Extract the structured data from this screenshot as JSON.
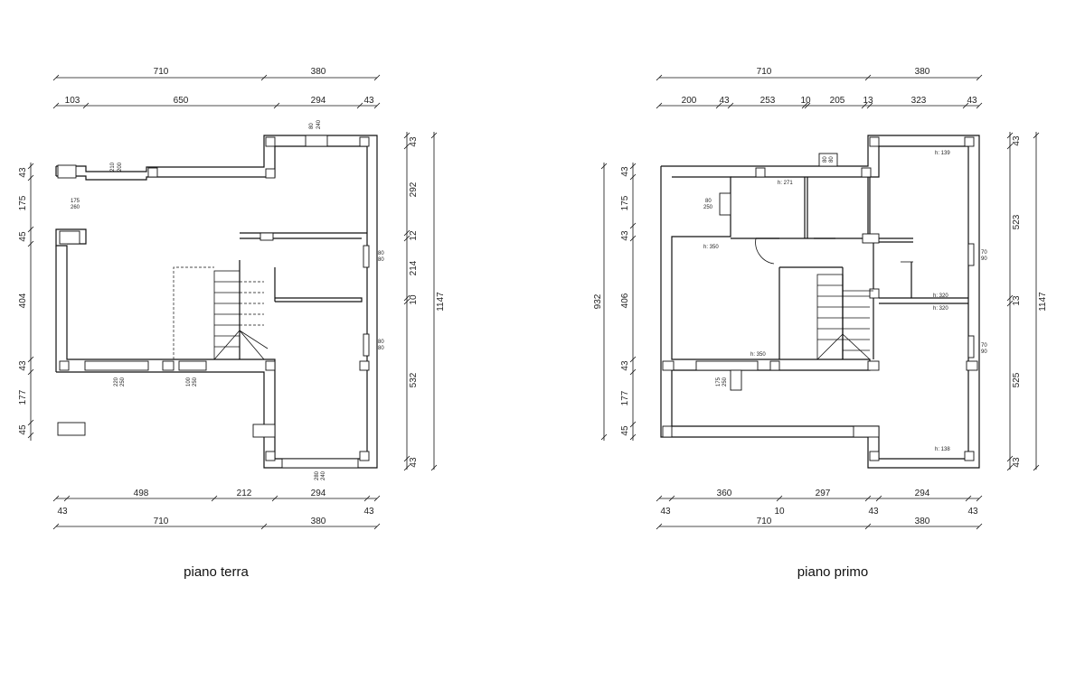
{
  "plans": {
    "ground": {
      "title": "piano  terra",
      "top_total": [
        "710",
        "380"
      ],
      "top_detail": [
        "103",
        "650",
        "294",
        "43"
      ],
      "bottom_detail": [
        "498",
        "212",
        "294"
      ],
      "bottom_43": [
        "43",
        "43"
      ],
      "bottom_total": [
        "710",
        "380"
      ],
      "left_dims": [
        "43",
        "175",
        "45",
        "404",
        "43",
        "177",
        "45"
      ],
      "right_inner": [
        "43",
        "292",
        "12",
        "214",
        "10",
        "532",
        "43"
      ],
      "right_total": "1147",
      "openings": [
        "80",
        "240",
        "210",
        "200",
        "175",
        "260",
        "80",
        "80",
        "80",
        "80",
        "220",
        "250",
        "100",
        "250",
        "280",
        "240"
      ]
    },
    "first": {
      "title": "piano  primo",
      "top_total": [
        "710",
        "380"
      ],
      "top_detail": [
        "200",
        "43",
        "253",
        "10",
        "205",
        "13",
        "323",
        "43"
      ],
      "bottom_detail": [
        "360",
        "297",
        "294"
      ],
      "bottom_small": [
        "43",
        "10",
        "43",
        "43"
      ],
      "bottom_total": [
        "710",
        "380"
      ],
      "left_total": "932",
      "left_dims": [
        "43",
        "175",
        "43",
        "406",
        "43",
        "177",
        "45"
      ],
      "right_inner": [
        "43",
        "523",
        "13",
        "525",
        "43"
      ],
      "right_total": "1147",
      "openings": [
        "80",
        "80",
        "80",
        "250",
        "175",
        "250",
        "70",
        "90",
        "70",
        "90"
      ],
      "heights": [
        "h: 139",
        "h: 271",
        "h: 350",
        "h: 320",
        "h: 320",
        "h: 350",
        "h: 138"
      ]
    }
  }
}
